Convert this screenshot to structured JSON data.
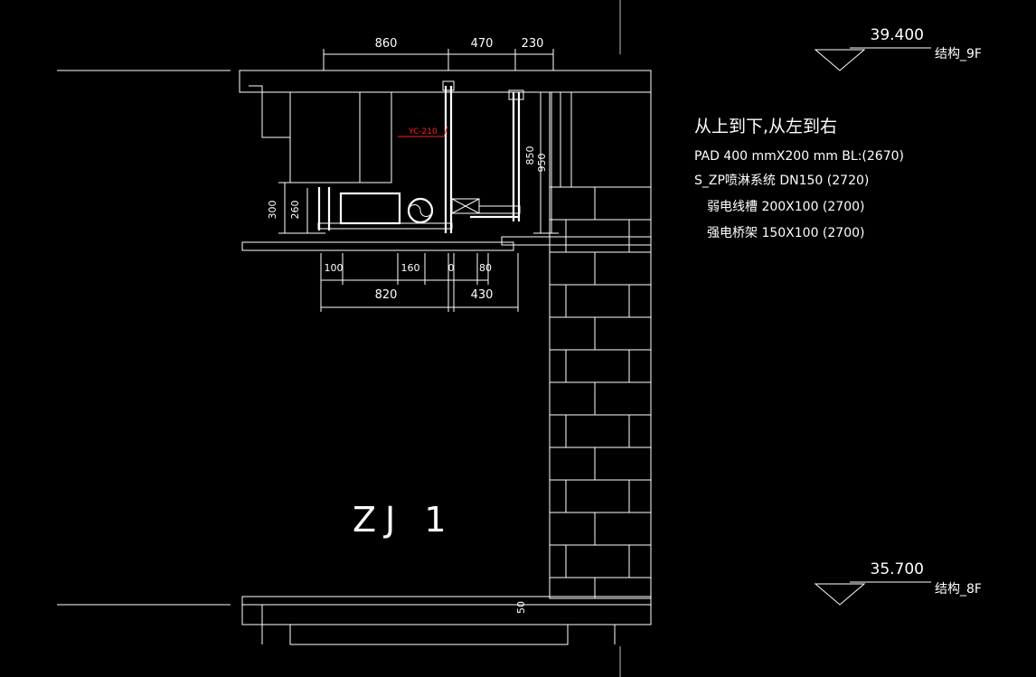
{
  "levels": {
    "top": {
      "value": "39.400",
      "label": "结构_9F"
    },
    "bottom": {
      "value": "35.700",
      "label": "结构_8F"
    }
  },
  "dimensions": {
    "top": [
      "860",
      "470",
      "230"
    ],
    "right": [
      "850",
      "950"
    ],
    "left": [
      "300",
      "260"
    ],
    "bottom_small": [
      "100",
      "160",
      "0",
      "80"
    ],
    "bottom_large": [
      "820",
      "430"
    ],
    "floor_mark": "50"
  },
  "red_label": "YC-210",
  "legend": {
    "heading": "从上到下,从左到右",
    "lines": [
      "PAD 400 mmX200 mm BL:(2670)",
      "S_ZP喷淋系统 DN150 (2720)",
      "弱电线槽 200X100 (2700)",
      "强电桥架 150X100 (2700)"
    ]
  },
  "zone_label": "ZJ 1",
  "colors": {
    "background": "#000000",
    "lines": "#ffffff",
    "hatch": "#bdbdbd",
    "annotation": "#ff2020"
  }
}
